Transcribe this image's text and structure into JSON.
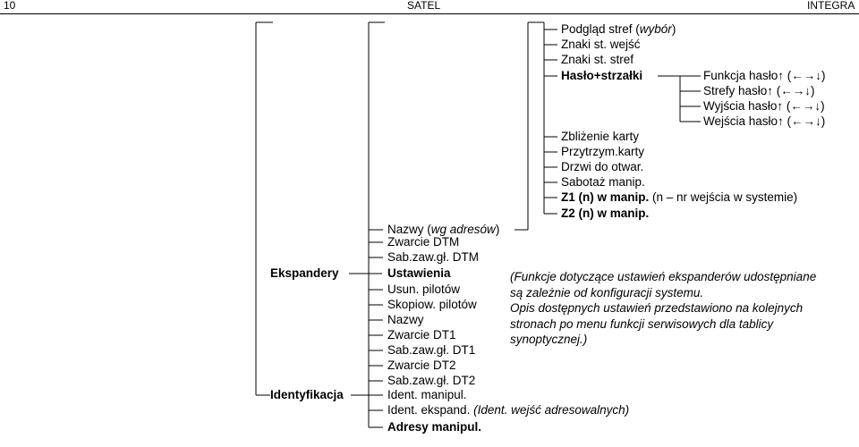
{
  "header": {
    "page_number": "10",
    "center": "SATEL",
    "right": "INTEGRA"
  },
  "level3": [
    "Podgląd stref (",
    "Znaki st. wejść",
    "Znaki st. stref",
    "Hasło+strzałki",
    "Zbliżenie karty",
    "Przytrzym.karty",
    "Drzwi do otwar.",
    "Sabotaż manip.",
    "Z1 (n) w manip.",
    "Z2 (n) w manip."
  ],
  "level3_italic": {
    "wybor": "wybór",
    "close": ")"
  },
  "z1_note": "(n – nr wejścia w systemie)",
  "haslo_children": [
    "Funkcja hasło↑ (←→↓)",
    "Strefy hasło↑ (←→↓)",
    "Wyjścia hasło↑ (←→↓)",
    "Wejścia hasło↑ (←→↓)"
  ],
  "level2_expanders": [
    "Nazwy (",
    "Zwarcie DTM",
    "Sab.zaw.gł. DTM",
    "Ustawienia",
    "Usun. pilotów",
    "Skopiow. pilotów",
    "Nazwy",
    "Zwarcie DT1",
    "Sab.zaw.gł. DT1",
    "Zwarcie DT2",
    "Sab.zaw.gł. DT2"
  ],
  "nazwy_italic": "wg adresów",
  "level2_ident": [
    "Ident. manipul.",
    "Ident. ekspand. ",
    "Adresy manipul."
  ],
  "ident_italic": "(Ident. wejść adresowalnych)",
  "level1": {
    "ekspandery": "Ekspandery",
    "identyfikacja": "Identyfikacja"
  },
  "note": "(Funkcje dotyczące ustawień ekspanderów udostępniane\nsą zależnie od konfiguracji systemu.\nOpis dostępnych ustawień przedstawiono na kolejnych\nstronach po menu funkcji serwisowych dla tablicy\nsynoptycznej.)"
}
